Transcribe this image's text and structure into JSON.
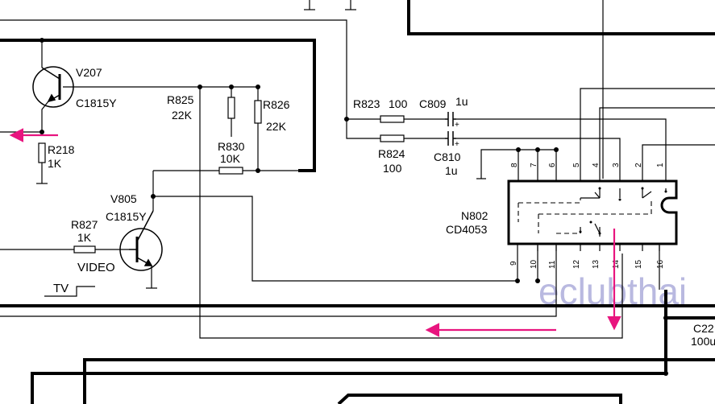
{
  "components": {
    "v207": {
      "ref": "V207",
      "part": "C1815Y"
    },
    "v805": {
      "ref": "V805",
      "part": "C1815Y"
    },
    "r825": {
      "ref": "R825",
      "value": "22K"
    },
    "r826": {
      "ref": "R826",
      "value": "22K"
    },
    "r830": {
      "ref": "R830",
      "value": "10K"
    },
    "r218": {
      "ref": "R218",
      "value": "1K"
    },
    "r827": {
      "ref": "R827",
      "value": "1K"
    },
    "r823": {
      "ref": "R823",
      "value": "100"
    },
    "r824": {
      "ref": "R824",
      "value": "100"
    },
    "c809": {
      "ref": "C809",
      "value": "1u"
    },
    "c810": {
      "ref": "C810",
      "value": "1u"
    },
    "n802": {
      "ref": "N802",
      "part": "CD4053"
    },
    "c22_partial": {
      "ref": "C22",
      "value": "100u"
    }
  },
  "signals": {
    "video": "VIDEO",
    "tv": "TV"
  },
  "ic_pins": {
    "top": [
      "8",
      "7",
      "6",
      "5",
      "4",
      "3",
      "2",
      "1"
    ],
    "bottom": [
      "9",
      "10",
      "11",
      "12",
      "13",
      "14",
      "15",
      "16"
    ]
  },
  "polarity": {
    "plus": "+"
  },
  "watermark": "eclubthai",
  "colors": {
    "wire": "#000000",
    "arrow": "#e8157f",
    "watermark": "#b9b9e0"
  }
}
